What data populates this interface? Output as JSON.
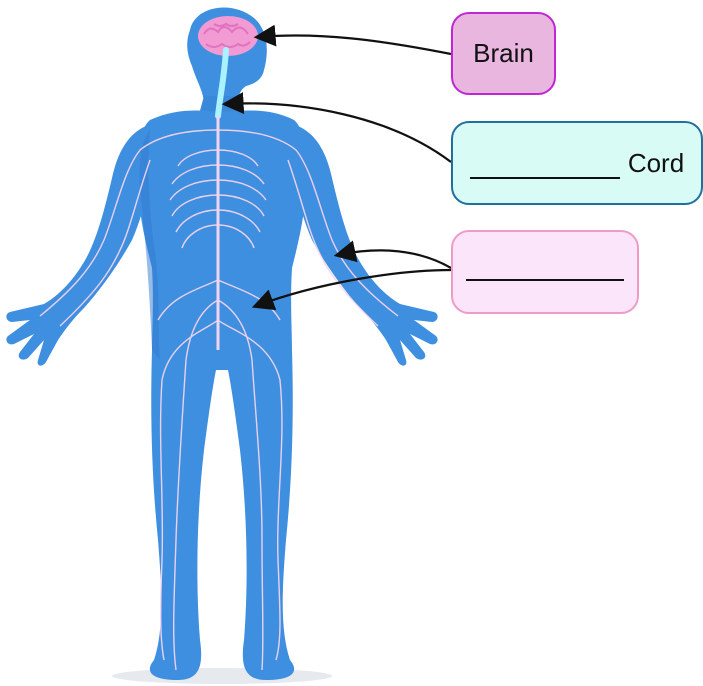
{
  "diagram": {
    "labels": [
      {
        "id": "brain",
        "text": "Brain",
        "blank": false
      },
      {
        "id": "spinal",
        "text": "Cord",
        "blank": true
      },
      {
        "id": "nerves",
        "text": "",
        "blank": true
      }
    ]
  },
  "colors": {
    "body_fill": "#3f8fe0",
    "body_shade": "#2f79cf",
    "nerve": "#f3d4ee",
    "brain": "#f29ad3",
    "spine": "#a8f3ff",
    "brain_box_bg": "#e9b6e0",
    "brain_box_border": "#c026d3",
    "spinal_box_bg": "#d9fbf6",
    "spinal_box_border": "#1f6f9f",
    "nerves_box_bg": "#fae5fb",
    "nerves_box_border": "#f09ac7",
    "arrow": "#111111"
  }
}
